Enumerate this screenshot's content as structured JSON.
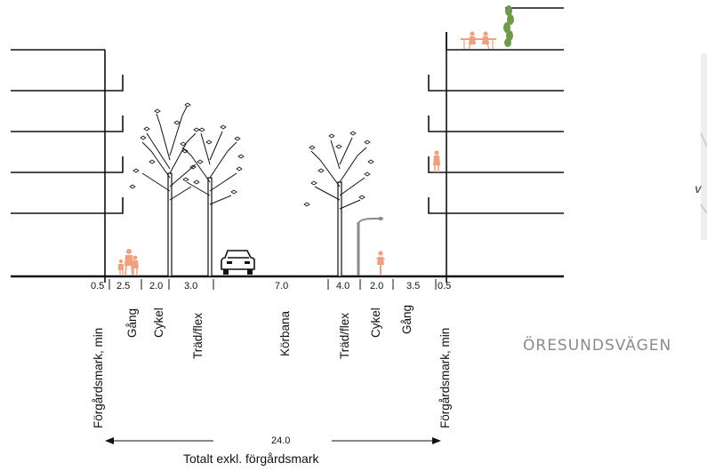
{
  "section": {
    "widths": [
      "0.5",
      "2.5",
      "2.0",
      "3.0",
      "7.0",
      "4.0",
      "2.0",
      "3.5",
      "0.5"
    ],
    "lanes": [
      "Förgårdsmark, min",
      "Gång",
      "Cykel",
      "Träd/flex",
      "Körbana",
      "Träd/flex",
      "Cykel",
      "Gång",
      "Förgårdsmark, min"
    ],
    "total_value": "24.0",
    "total_label": "Totalt exkl. förgårdsmark"
  },
  "map": {
    "street_name": "ÖRESUNDSVÄGEN",
    "fragment_text": "V"
  },
  "colors": {
    "people": "#f2a07c",
    "line": "#111111",
    "lamp": "#8a8a8a",
    "green": "#6f9a4a"
  }
}
